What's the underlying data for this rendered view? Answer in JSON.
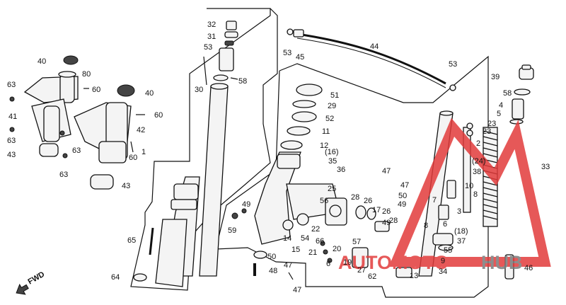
{
  "diagram": {
    "fwd_label": "FWD",
    "watermark": {
      "brand_red": "AUTOMOTO",
      "brand_gray": "HUB",
      "red": "#e23b3b",
      "gray": "#7a7a7a"
    },
    "labels": [
      {
        "id": "32",
        "text": "32"
      },
      {
        "id": "31",
        "text": "31"
      },
      {
        "id": "53a",
        "text": "53"
      },
      {
        "id": "58a",
        "text": "58"
      },
      {
        "id": "30",
        "text": "30"
      },
      {
        "id": "40a",
        "text": "40"
      },
      {
        "id": "80",
        "text": "80"
      },
      {
        "id": "60a",
        "text": "60"
      },
      {
        "id": "40b",
        "text": "40"
      },
      {
        "id": "63a",
        "text": "63"
      },
      {
        "id": "41",
        "text": "41"
      },
      {
        "id": "63b",
        "text": "63"
      },
      {
        "id": "60b",
        "text": "60"
      },
      {
        "id": "42",
        "text": "42"
      },
      {
        "id": "63c",
        "text": "63"
      },
      {
        "id": "60c",
        "text": "60"
      },
      {
        "id": "1",
        "text": "1"
      },
      {
        "id": "43a",
        "text": "43"
      },
      {
        "id": "63d",
        "text": "63"
      },
      {
        "id": "43b",
        "text": "43"
      },
      {
        "id": "65",
        "text": "65"
      },
      {
        "id": "64",
        "text": "64"
      },
      {
        "id": "53b",
        "text": "53"
      },
      {
        "id": "45",
        "text": "45"
      },
      {
        "id": "44",
        "text": "44"
      },
      {
        "id": "53c",
        "text": "53"
      },
      {
        "id": "51",
        "text": "51"
      },
      {
        "id": "29",
        "text": "29"
      },
      {
        "id": "52",
        "text": "52"
      },
      {
        "id": "11",
        "text": "11"
      },
      {
        "id": "12",
        "text": "12"
      },
      {
        "id": "16",
        "text": "(16)"
      },
      {
        "id": "35",
        "text": "35"
      },
      {
        "id": "36",
        "text": "36"
      },
      {
        "id": "47a",
        "text": "47"
      },
      {
        "id": "25",
        "text": "25"
      },
      {
        "id": "47b",
        "text": "47"
      },
      {
        "id": "50a",
        "text": "50"
      },
      {
        "id": "49a",
        "text": "49"
      },
      {
        "id": "28a",
        "text": "28"
      },
      {
        "id": "26a",
        "text": "26"
      },
      {
        "id": "49b",
        "text": "49"
      },
      {
        "id": "56",
        "text": "56"
      },
      {
        "id": "17",
        "text": "17"
      },
      {
        "id": "26b",
        "text": "26"
      },
      {
        "id": "49c",
        "text": "49"
      },
      {
        "id": "59",
        "text": "59"
      },
      {
        "id": "22",
        "text": "22"
      },
      {
        "id": "28b",
        "text": "28"
      },
      {
        "id": "14",
        "text": "14"
      },
      {
        "id": "54",
        "text": "54"
      },
      {
        "id": "15",
        "text": "15"
      },
      {
        "id": "66",
        "text": "66"
      },
      {
        "id": "57",
        "text": "57"
      },
      {
        "id": "21",
        "text": "21"
      },
      {
        "id": "20",
        "text": "20"
      },
      {
        "id": "50b",
        "text": "50"
      },
      {
        "id": "19",
        "text": "19"
      },
      {
        "id": "6a",
        "text": "6"
      },
      {
        "id": "47c",
        "text": "47"
      },
      {
        "id": "27",
        "text": "27"
      },
      {
        "id": "62",
        "text": "62"
      },
      {
        "id": "48",
        "text": "48"
      },
      {
        "id": "47d",
        "text": "47"
      },
      {
        "id": "39",
        "text": "39"
      },
      {
        "id": "58b",
        "text": "58"
      },
      {
        "id": "4",
        "text": "4"
      },
      {
        "id": "5",
        "text": "5"
      },
      {
        "id": "23a",
        "text": "23"
      },
      {
        "id": "23b",
        "text": "23"
      },
      {
        "id": "2",
        "text": "2"
      },
      {
        "id": "33",
        "text": "33"
      },
      {
        "id": "24",
        "text": "(24)"
      },
      {
        "id": "38",
        "text": "38"
      },
      {
        "id": "10",
        "text": "10"
      },
      {
        "id": "8a",
        "text": "8"
      },
      {
        "id": "7",
        "text": "7"
      },
      {
        "id": "3",
        "text": "3"
      },
      {
        "id": "8b",
        "text": "8"
      },
      {
        "id": "6b",
        "text": "6"
      },
      {
        "id": "18",
        "text": "(18)"
      },
      {
        "id": "37",
        "text": "37"
      },
      {
        "id": "55",
        "text": "55"
      },
      {
        "id": "9",
        "text": "9"
      },
      {
        "id": "13",
        "text": "13"
      },
      {
        "id": "34",
        "text": "34"
      },
      {
        "id": "46",
        "text": "46"
      }
    ]
  }
}
